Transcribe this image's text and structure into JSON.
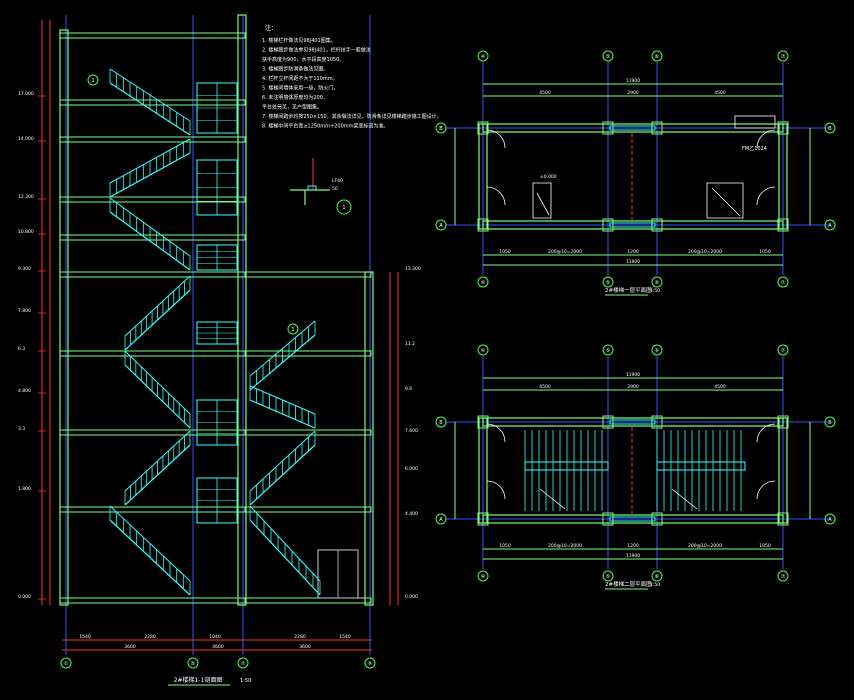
{
  "colors": {
    "background": "#000000",
    "wall": "#7cff7c",
    "stair": "#33ffff",
    "axis": "#3355ff",
    "dimension": "#ff3333",
    "text": "#ffffff",
    "bubble": "#44ff44"
  },
  "section": {
    "title": "2#楼梯1-1剖面图",
    "scale": "1:50",
    "axes": [
      "①",
      "⑤",
      "⑦",
      "⑨"
    ],
    "elevations_left": [
      "17.000",
      "14.000",
      "12.300",
      "10.800",
      "9.300",
      "7.800",
      "6.3",
      "4.800",
      "3.3",
      "1.800",
      "0.000"
    ],
    "elevations_right": [
      "13.300",
      "11.2",
      "9.6",
      "7.600",
      "6.000",
      "4.400",
      "0.000"
    ],
    "bottom_dims": [
      "1540",
      "2280",
      "1040",
      "2280",
      "1540"
    ],
    "bottom_totals": [
      "3600",
      "4600",
      "3600"
    ],
    "callouts": [
      "1",
      "1"
    ]
  },
  "notes": {
    "heading": "注：",
    "lines": [
      "1. 楼梯栏杆做法见98J401图集。",
      "2. 楼梯踏步做法参见98J401，栏杆扶手一般做法",
      "   扶手高度为900，水平段高度1050。",
      "3. 楼梯踏步防滑条做法见图。",
      "4. 栏杆立杆间距不大于110mm。",
      "5. 楼梯间墙体采用一级，防火门。",
      "6. 未注明墙体厚度均为200，",
      "   平台处另见，见户型图集。",
      "7. 楼梯间踏步均按250×150，其余做法详见，防滑条详见楼梯踏步施工图设计。",
      "8. 楼梯中间平台宽≥1250mm+200mm梁底标高为准。"
    ]
  },
  "detail": {
    "label": "1",
    "dims": [
      "LF40",
      "50"
    ]
  },
  "plan_top": {
    "title": "2#楼梯一层平面图",
    "scale": "1:50",
    "axes_v": [
      "④",
      "⑤",
      "⑥",
      "⑦"
    ],
    "axes_h": [
      "B",
      "A"
    ],
    "door_tag": "FM乙1024",
    "dims_top": [
      "11900"
    ],
    "dims_sub": [
      "4500",
      "2900",
      "4500"
    ],
    "dims_bottom": [
      "1050",
      "200@10=2000",
      "1200",
      "200@10=2000",
      "1050"
    ],
    "elevation": "±0.000"
  },
  "plan_bottom": {
    "title": "2#楼梯二层平面图",
    "scale": "1:50",
    "axes_v": [
      "④",
      "⑤",
      "⑥",
      "⑦"
    ],
    "axes_h": [
      "B",
      "A"
    ],
    "dims_top": [
      "11900"
    ],
    "dims_sub": [
      "4500",
      "2900",
      "4500"
    ],
    "dims_bottom": [
      "1050",
      "200@10=2000",
      "1200",
      "200@10=2000",
      "1050"
    ]
  }
}
